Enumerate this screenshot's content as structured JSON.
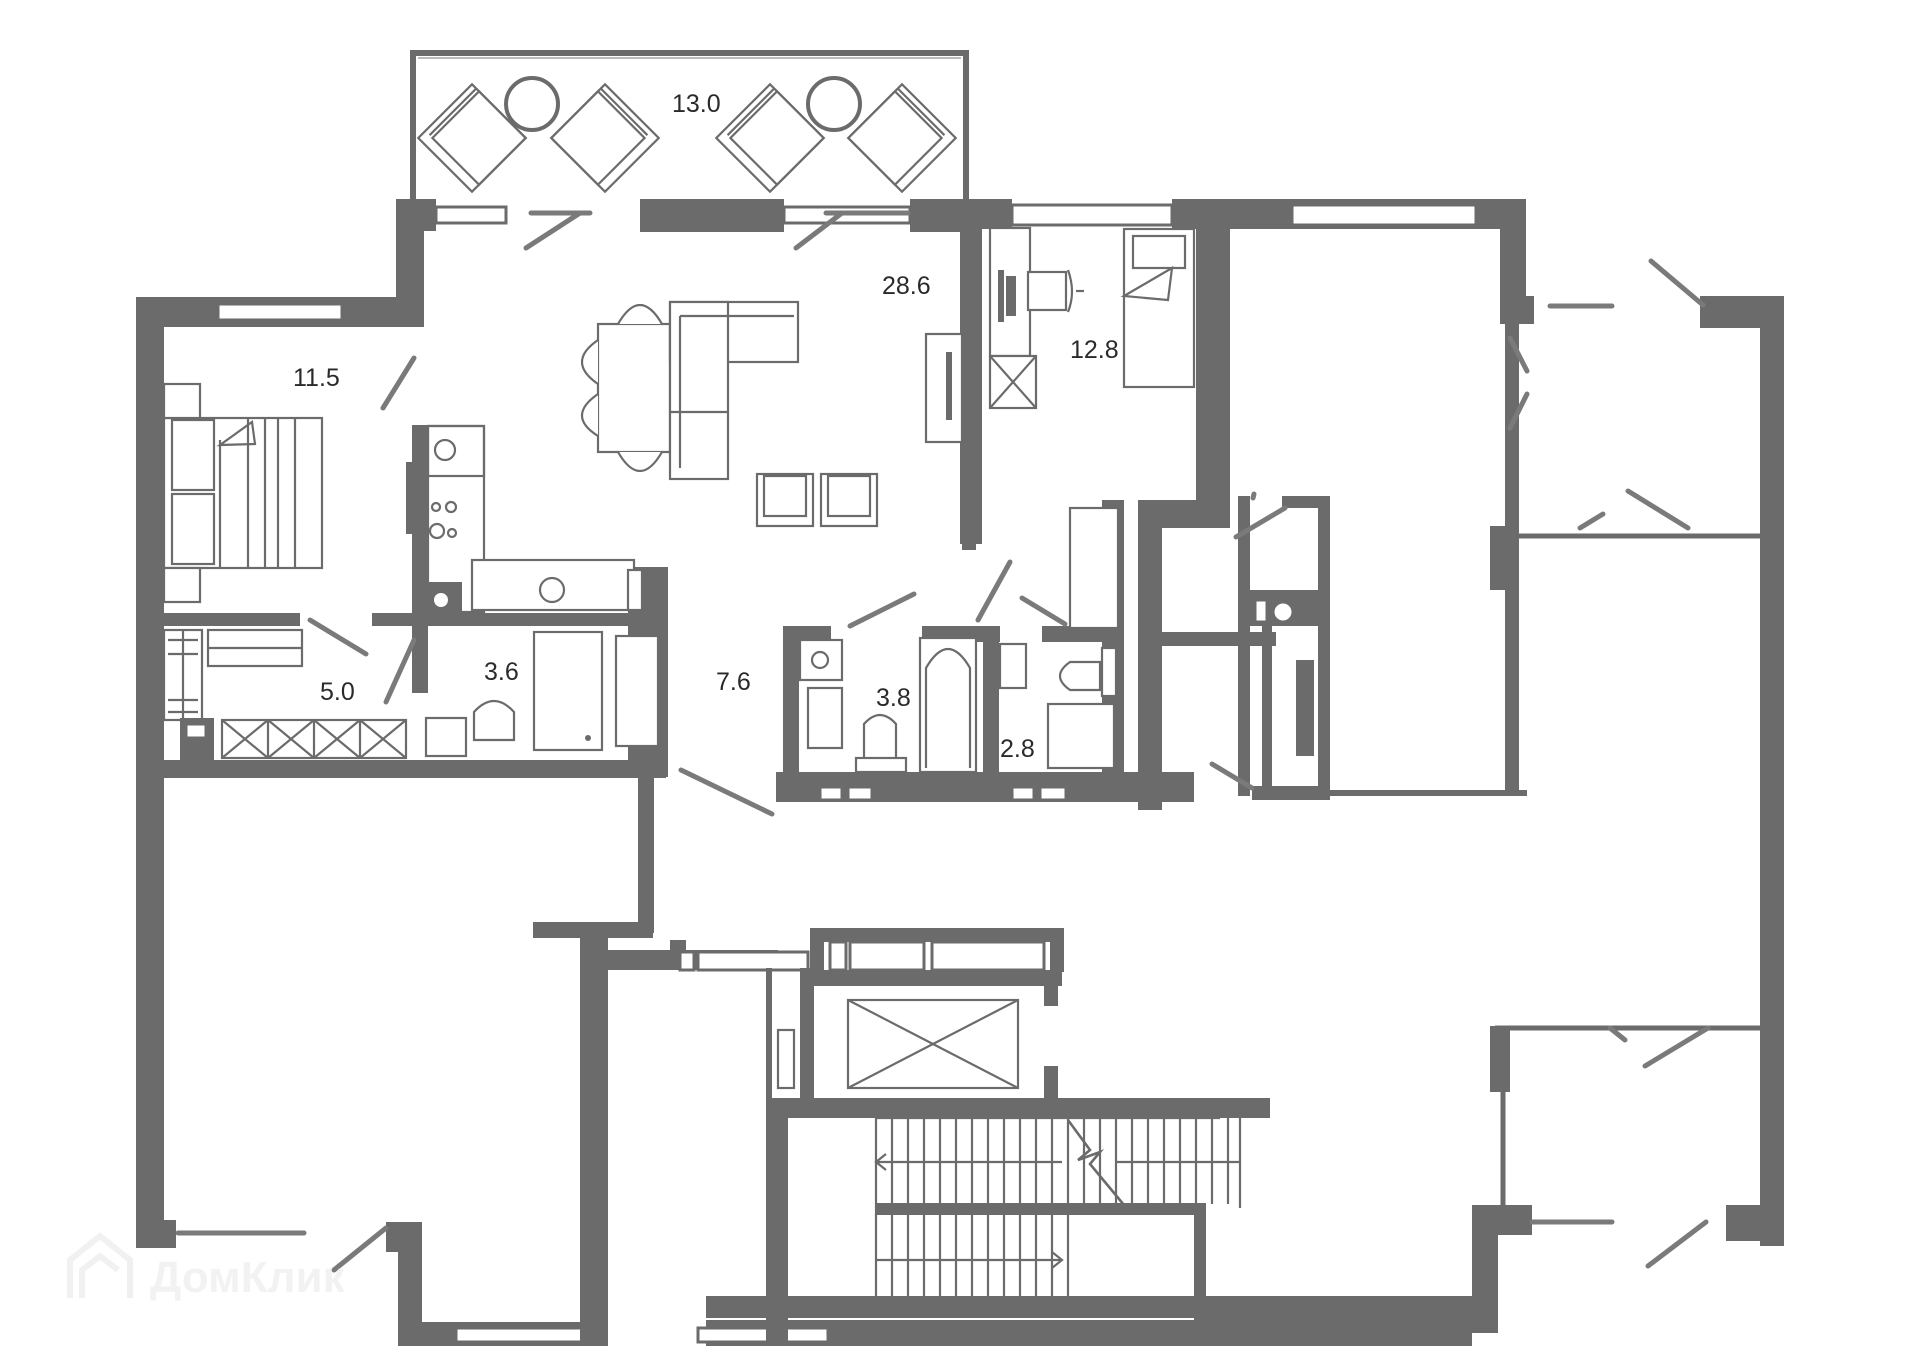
{
  "plan": {
    "type": "apartment floor plan",
    "wall_color": "#6b6b6b",
    "background": "#ffffff",
    "rooms": [
      {
        "id": "balcony",
        "name": "balcony",
        "area": "13.0"
      },
      {
        "id": "living-kitchen",
        "name": "living room / kitchen",
        "area": "28.6"
      },
      {
        "id": "bedroom-1",
        "name": "bedroom",
        "area": "11.5"
      },
      {
        "id": "bedroom-2",
        "name": "bedroom",
        "area": "12.8"
      },
      {
        "id": "dressing",
        "name": "dressing room",
        "area": "5.0"
      },
      {
        "id": "bath-1",
        "name": "bathroom",
        "area": "3.6"
      },
      {
        "id": "hall",
        "name": "hallway",
        "area": "7.6"
      },
      {
        "id": "bath-2",
        "name": "bathroom",
        "area": "3.8"
      },
      {
        "id": "wc",
        "name": "toilet",
        "area": "2.8"
      }
    ],
    "core": {
      "elevator": "elevator-shaft",
      "stairs": "staircase"
    }
  },
  "watermark": {
    "text": "ДомКлик"
  }
}
